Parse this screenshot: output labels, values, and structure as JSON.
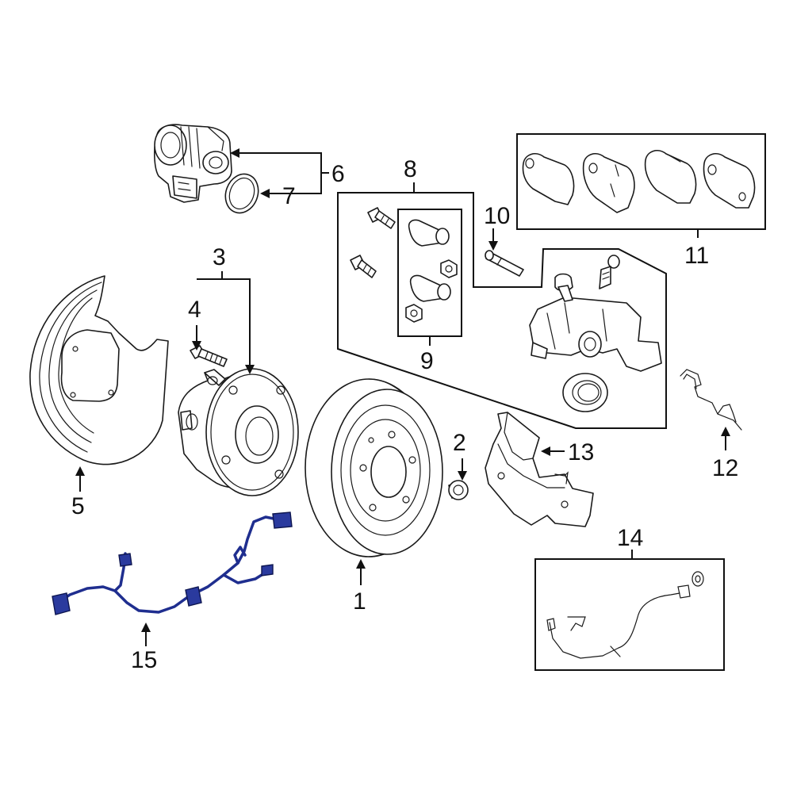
{
  "diagram": {
    "callouts": {
      "c1": "1",
      "c2": "2",
      "c3": "3",
      "c4": "4",
      "c5": "5",
      "c6": "6",
      "c7": "7",
      "c8": "8",
      "c9": "9",
      "c10": "10",
      "c11": "11",
      "c12": "12",
      "c13": "13",
      "c14": "14",
      "c15": "15"
    },
    "colors": {
      "line": "#1a1a1a",
      "highlight": "#1f2e8f",
      "background": "#ffffff"
    }
  }
}
